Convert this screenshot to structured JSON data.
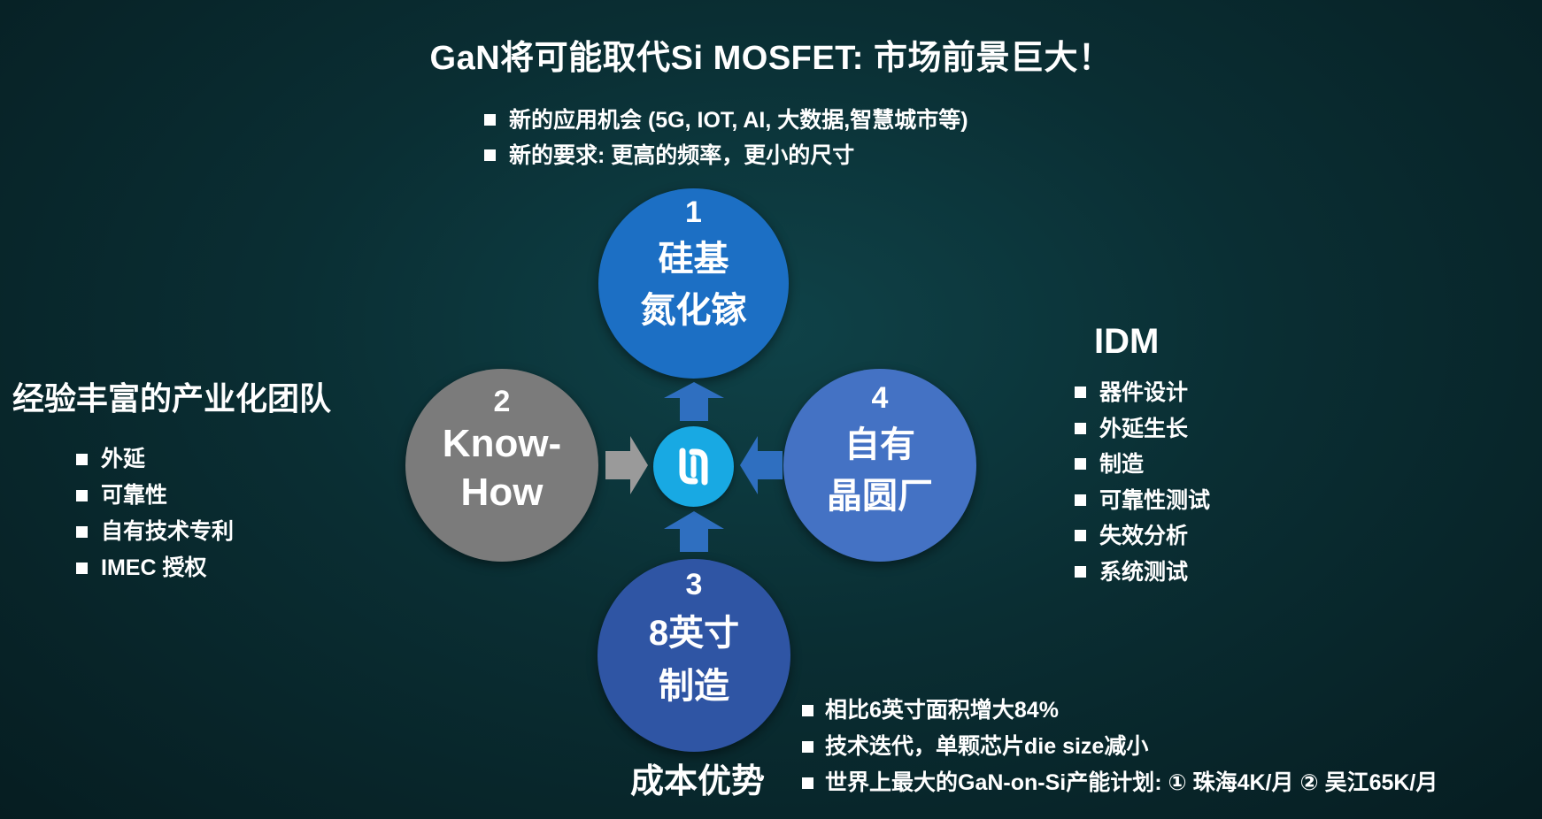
{
  "title": "GaN将可能取代Si MOSFET: 市场前景巨大！",
  "top_bullets": [
    "新的应用机会 (5G, IOT, AI, 大数据,智慧城市等)",
    "新的要求: 更高的频率，更小的尺寸"
  ],
  "circles": [
    {
      "number": "1",
      "line1": "硅基",
      "line2": "氮化镓"
    },
    {
      "number": "2",
      "line1": "Know-",
      "line2": "How"
    },
    {
      "number": "3",
      "line1": "8英寸",
      "line2": "制造"
    },
    {
      "number": "4",
      "line1": "自有",
      "line2": "晶圆厂"
    }
  ],
  "left": {
    "heading": "经验丰富的产业化团队",
    "bullets": [
      "外延",
      "可靠性",
      "自有技术专利",
      "IMEC 授权"
    ]
  },
  "right": {
    "heading": "IDM",
    "bullets": [
      "器件设计",
      "外延生长",
      "制造",
      "可靠性测试",
      "失效分析",
      "系统测试"
    ]
  },
  "bottom": {
    "label": "成本优势",
    "bullets": [
      "相比6英寸面积增大84%",
      "技术迭代，单颗芯片die size减小",
      "世界上最大的GaN-on-Si产能计划:  ①  珠海4K/月   ② 吴江65K/月"
    ]
  },
  "colors": {
    "circle1": "#1c6fc4",
    "circle2": "#7b7b7b",
    "circle3": "#2f55a4",
    "circle4": "#4472c4",
    "arrow_blue": "#2f6fc0",
    "arrow_gray": "#9a9a9a",
    "logo": "#18a9e3"
  },
  "icons": {
    "center_logo": "company-logo-icon",
    "arrows": "arrow-icon"
  }
}
